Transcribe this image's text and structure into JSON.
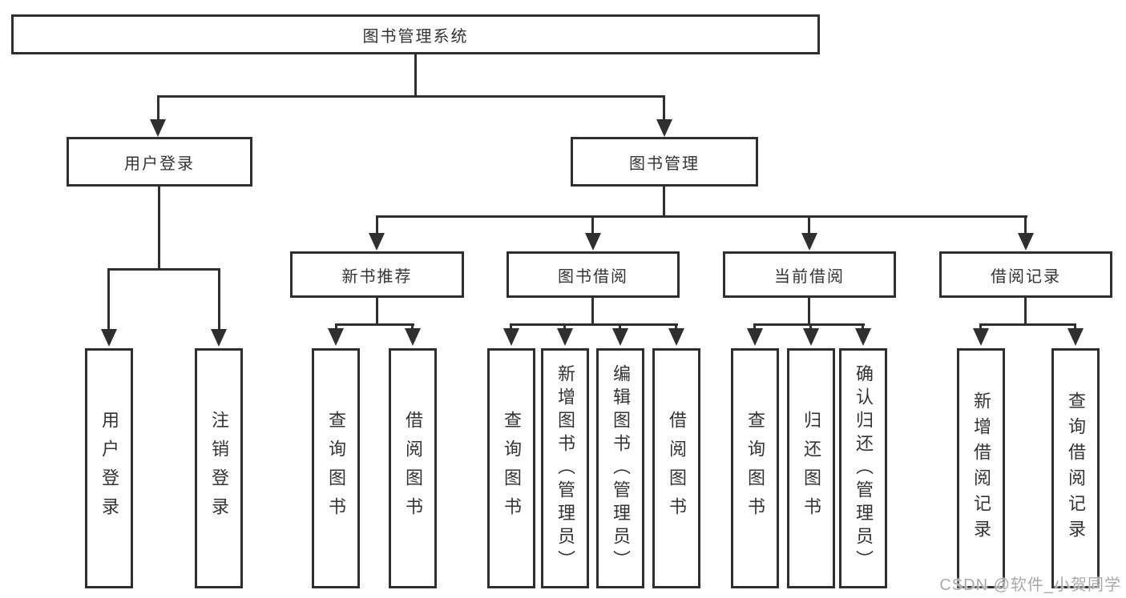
{
  "tree": {
    "root": "图书管理系统",
    "children": [
      {
        "label": "用户登录",
        "children": [
          "用户登录",
          "注销登录"
        ]
      },
      {
        "label": "图书管理",
        "children": [
          {
            "label": "新书推荐",
            "children": [
              "查询图书",
              "借阅图书"
            ]
          },
          {
            "label": "图书借阅",
            "children": [
              "查询图书",
              "新增图书（管理员）",
              "编辑图书（管理员）",
              "借阅图书"
            ]
          },
          {
            "label": "当前借阅",
            "children": [
              "查询图书",
              "归还图书",
              "确认归还（管理员）"
            ]
          },
          {
            "label": "借阅记录",
            "children": [
              "新增借阅记录",
              "查询借阅记录"
            ]
          }
        ]
      }
    ]
  },
  "watermark": {
    "text": "CSDN @软件_小贺同学",
    "color": "#a9a9a9"
  },
  "colors": {
    "line": "#2f2f2f",
    "box_border": "#2f2f2f",
    "box_fill": "#ffffff",
    "text": "#333333",
    "background": "#ffffff"
  }
}
